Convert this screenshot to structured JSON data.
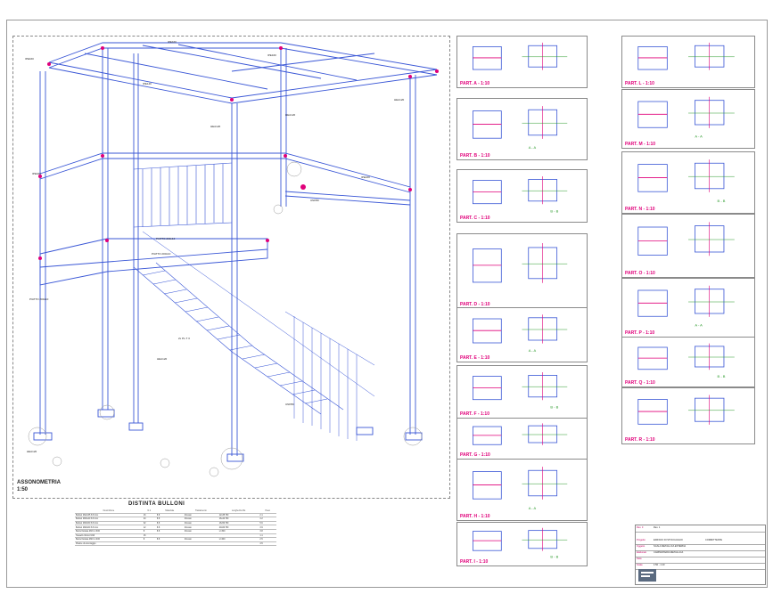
{
  "drawing": {
    "view_title": "ASSONOMETRIA",
    "view_scale": "1:50",
    "bolt_list_title": "DISTINTA BULLONI"
  },
  "bolt_table": {
    "headers": [
      "Descrizione",
      "N.ri",
      "Materiale",
      "Trattamento",
      "Lunghezza filo",
      "Peso"
    ],
    "rows": [
      [
        "Bulloni M12x35 8.8 zinc",
        "16",
        "8.8",
        "Zincato",
        "12x35 HD",
        "2.1"
      ],
      [
        "Bulloni M16x40 8.8 zinc",
        "24",
        "8.8",
        "Zincato",
        "16x40 HD",
        "4.2"
      ],
      [
        "Bulloni M16x50 8.8 zinc",
        "32",
        "8.8",
        "Zincato",
        "16x50 HD",
        "5.6"
      ],
      [
        "Bulloni M20x60 8.8 zinc",
        "12",
        "8.8",
        "Zincato",
        "20x60 HD",
        "3.9"
      ],
      [
        "Barra filettata M16 L=300",
        "8",
        "8.8",
        "Zincato",
        "L=300",
        "3.8"
      ],
      [
        "Tasselli chimici M16",
        "16",
        "",
        "",
        "",
        "1.1"
      ],
      [
        "Barra filettata M20 L=400",
        "8",
        "8.8",
        "Zincato",
        "L=400",
        "2.5"
      ],
      [
        "Piastre di ancoraggio",
        "",
        "",
        "",
        "",
        "4.5"
      ]
    ]
  },
  "details": [
    {
      "label": "PART. A - 1:10"
    },
    {
      "label": "PART. B - 1:10"
    },
    {
      "label": "PART. C - 1:10"
    },
    {
      "label": "PART. D - 1:10"
    },
    {
      "label": "PART. E - 1:10"
    },
    {
      "label": "PART. F - 1:10"
    },
    {
      "label": "PART. G - 1:10"
    },
    {
      "label": "PART. H - 1:10"
    },
    {
      "label": "PART. I - 1:10"
    },
    {
      "label": "PART. L - 1:10"
    },
    {
      "label": "PART. M - 1:10"
    },
    {
      "label": "PART. N - 1:10"
    },
    {
      "label": "PART. O - 1:10"
    },
    {
      "label": "PART. P - 1:10"
    },
    {
      "label": "PART. Q - 1:10"
    },
    {
      "label": "PART. R - 1:10"
    }
  ],
  "member_tags": [
    "IPE160",
    "IPE160",
    "IPE140",
    "HEA120",
    "HEA120",
    "IPE160",
    "PIATTO 200x10",
    "PIATTO 200x10",
    "PIATTO 200x10",
    "2x PL.T 3",
    "HEA120",
    "IPE160",
    "HEA120",
    "UNP80",
    "UNP80",
    "IPE160",
    "HEA120"
  ],
  "section_marks": [
    "A - A",
    "B - B"
  ],
  "colors": {
    "steel": "#3a57d6",
    "accent": "#e0007a",
    "note": "#d02020",
    "grid": "#9a9a9a"
  },
  "title_block": {
    "revisions": [
      "Rev. 0",
      "Rev. 1"
    ],
    "rows": [
      {
        "k": "Progetto",
        "v": "EDIFICIO DI STOCCAGGIO",
        "v2": "COMMITTENTE",
        "v3": ""
      },
      {
        "k": "Oggetto",
        "v": "SCALA METALLICA ESTERNA",
        "v2": "",
        "v3": ""
      },
      {
        "k": "Elaborato",
        "v": "CARPENTERIA METALLICA",
        "v2": "",
        "v3": ""
      },
      {
        "k": "Data",
        "v": "",
        "v2": "",
        "v3": ""
      },
      {
        "k": "Scala",
        "v": "1:50 - 1:10",
        "v2": "",
        "v3": ""
      }
    ]
  }
}
